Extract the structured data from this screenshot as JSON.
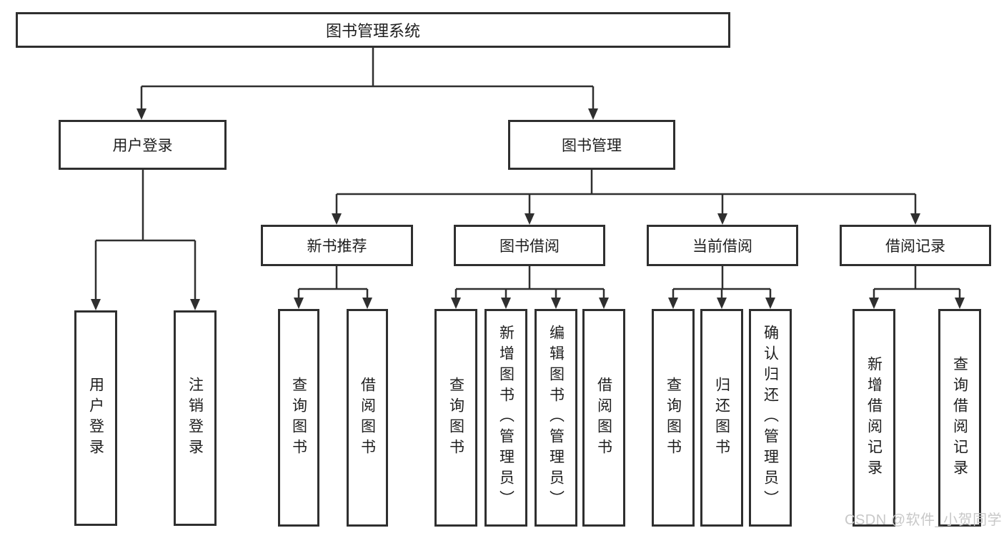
{
  "tree": {
    "label": "图书管理系统",
    "children": [
      {
        "label": "用户登录",
        "children": [
          {
            "label": "用户登录"
          },
          {
            "label": "注销登录"
          }
        ]
      },
      {
        "label": "图书管理",
        "children": [
          {
            "label": "新书推荐",
            "children": [
              {
                "label": "查询图书"
              },
              {
                "label": "借阅图书"
              }
            ]
          },
          {
            "label": "图书借阅",
            "children": [
              {
                "label": "查询图书"
              },
              {
                "label": "新增图书（管理员）"
              },
              {
                "label": "编辑图书（管理员）"
              },
              {
                "label": "借阅图书"
              }
            ]
          },
          {
            "label": "当前借阅",
            "children": [
              {
                "label": "查询图书"
              },
              {
                "label": "归还图书"
              },
              {
                "label": "确认归还（管理员）"
              }
            ]
          },
          {
            "label": "借阅记录",
            "children": [
              {
                "label": "新增借阅记录"
              },
              {
                "label": "查询借阅记录"
              }
            ]
          }
        ]
      }
    ]
  },
  "watermark": {
    "text": "CSDN @软件_小贺同学"
  },
  "colors": {
    "border": "#2f2f2f",
    "line": "#2f2f2f",
    "text": "#1e1e1e",
    "watermark": "#c8c8c8",
    "background": "#ffffff"
  }
}
